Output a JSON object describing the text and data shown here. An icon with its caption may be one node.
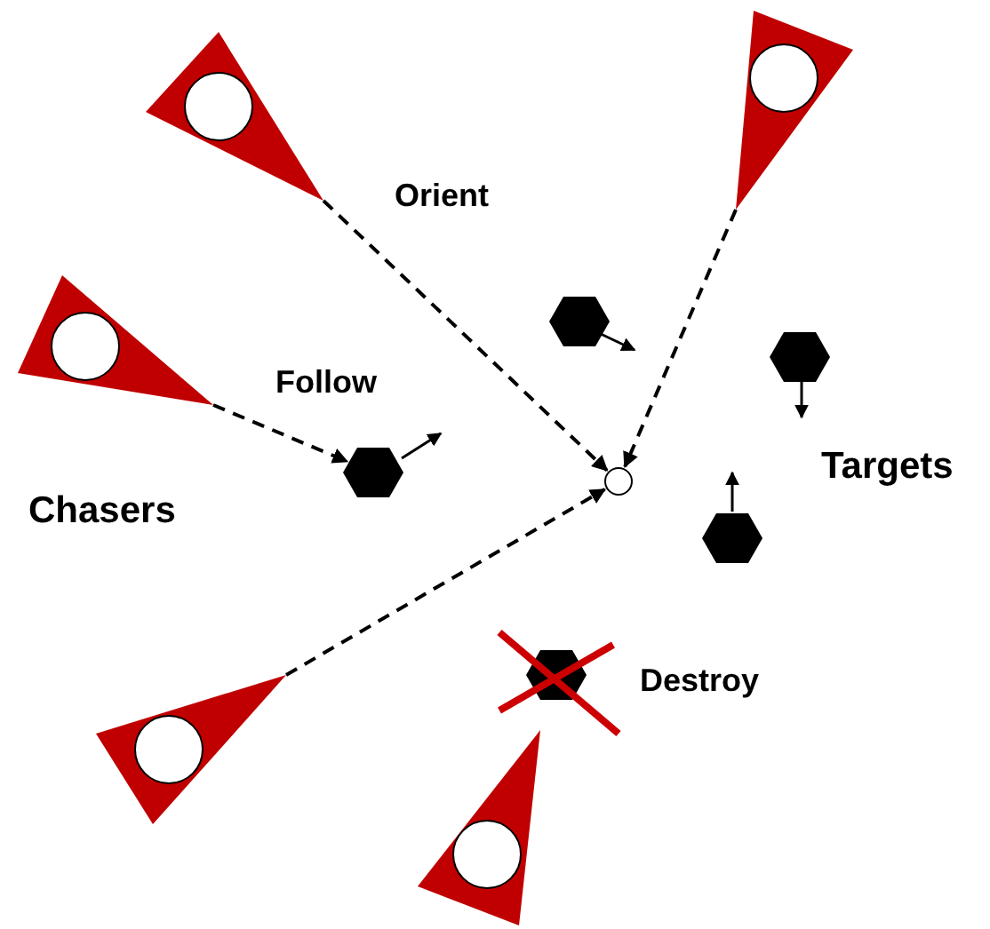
{
  "diagram": {
    "nodes": [
      {
        "text": [],
        "shape": "triangle"
      },
      {
        "text": [],
        "shape": "triangle"
      },
      {
        "text": [],
        "shape": "triangle"
      },
      {
        "text": [],
        "shape": "triangle"
      },
      {
        "text": [],
        "shape": "triangle"
      },
      {
        "text": [],
        "shape": "circle"
      },
      {
        "text": [],
        "shape": "hexagon"
      },
      {
        "text": [],
        "shape": "hexagon"
      },
      {
        "text": [],
        "shape": "hexagon"
      },
      {
        "text": [],
        "shape": "hexagon"
      },
      {
        "text": [],
        "shape": "hexagon"
      }
    ],
    "edges": [
      {
        "from": 0,
        "to": 5,
        "arrow": "to",
        "style": "dashed"
      },
      {
        "from": 1,
        "to": 5,
        "arrow": "to",
        "style": "dashed"
      },
      {
        "from": 2,
        "to": 6,
        "arrow": "to",
        "style": "dashed"
      },
      {
        "from": 3,
        "to": 5,
        "arrow": "to",
        "style": "dashed"
      }
    ],
    "labels": [
      "Orient",
      "Follow",
      "Chasers",
      "Targets",
      "Destroy"
    ]
  }
}
